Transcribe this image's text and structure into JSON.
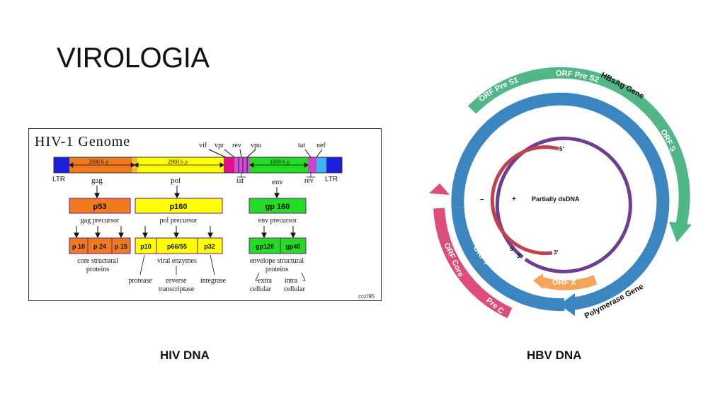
{
  "slide": {
    "title": "VIROLOGIA",
    "caption_left": "HIV DNA",
    "caption_right": "HBV DNA"
  },
  "hiv": {
    "title": "HIV-1 Genome",
    "ltr_left": "LTR",
    "ltr_right": "LTR",
    "bp_gag": "2000 b p",
    "bp_pol": "2900 b p",
    "bp_env": "1800 b p",
    "top_labels": {
      "vif": "vif",
      "vpr": "vpr",
      "rev": "rev",
      "vpu": "vpu",
      "tat": "tat",
      "nef": "nef"
    },
    "below_labels": {
      "gag": "gag",
      "pol": "pol",
      "tat": "tat",
      "env": "env",
      "rev": "rev"
    },
    "precursors": {
      "p53": "p53",
      "p53_sub": "gag precursor",
      "p160": "p160",
      "p160_sub": "pol precursor",
      "gp160": "gp 160",
      "gp160_sub": "env precursor"
    },
    "products": {
      "p18": "p 18",
      "p24": "p 24",
      "p15": "p 15",
      "p10": "p10",
      "p6655": "p66/55",
      "p32": "p32",
      "gp120": "gp120",
      "gp40": "gp40"
    },
    "descriptions": {
      "core1": "core structural",
      "core2": "proteins",
      "viral": "viral enzymes",
      "protease": "protease",
      "rt1": "reverse",
      "rt2": "transcriptase",
      "integrase": "integrase",
      "env1": "envelope structural",
      "env2": "proteins",
      "extra1": "extra",
      "extra2": "cellular",
      "intra1": "intra",
      "intra2": "cellular"
    },
    "credit": "ccz/95",
    "colors": {
      "ltr": "#1d1ddc",
      "gag": "#f07a1e",
      "pol": "#ffff00",
      "env": "#22dd22",
      "accessory": "#e0108a"
    }
  },
  "hbv": {
    "labels": {
      "hbsag": "HBsAg Gene",
      "orf_pre_s1": "ORF Pre S1",
      "orf_pre_s2": "ORF Pre S2",
      "orf_s": "ORF S",
      "orf_p": "ORF P",
      "orf_core": "ORF Core",
      "pre_c": "Pre C",
      "orf_x": "ORF X",
      "polymerase": "Polymerase Gene",
      "partially": "Partially dsDNA",
      "minus": "–",
      "plus": "+",
      "five_prime_inner": "5'",
      "three_prime_inner": "3'",
      "five_prime_outer": "5'",
      "three_prime_outer": "3'"
    },
    "colors": {
      "green": "#52b788",
      "blue": "#3b86c0",
      "pink": "#dc4d7a",
      "purple": "#6c3f91",
      "red": "#c1414f",
      "orange": "#f4a55a"
    }
  }
}
